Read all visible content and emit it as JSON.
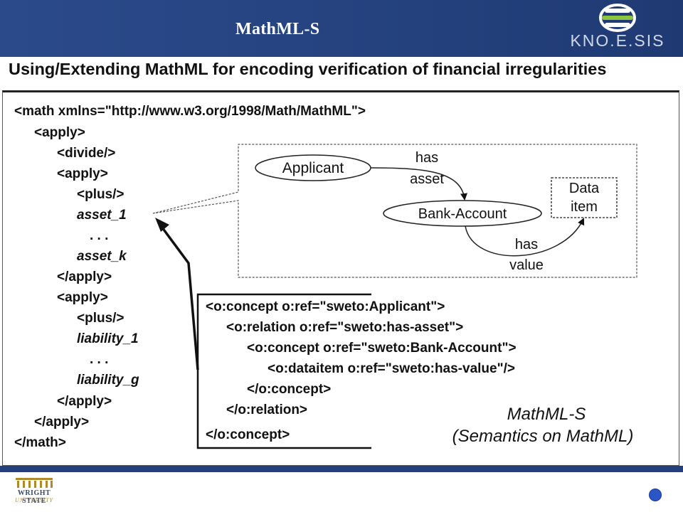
{
  "header": {
    "title": "MathML-S",
    "logo_text": "KNO.E.SIS"
  },
  "subtitle": "Using/Extending MathML for encoding verification of financial irregularities",
  "mathml_code": [
    "<math xmlns=\"http://www.w3.org/1998/Math/MathML\">",
    "<apply>",
    "<divide/>",
    "<apply>",
    "<plus/>",
    "asset_1",
    ". . .",
    "asset_k",
    "</apply>",
    "<apply>",
    "<plus/>",
    "liability_1",
    ". . .",
    "liability_g",
    "</apply>",
    "</apply>",
    "</math>"
  ],
  "semantic_code": [
    "<o:concept o:ref=\"sweto:Applicant\">",
    "<o:relation o:ref=\"sweto:has-asset\">",
    "<o:concept o:ref=\"sweto:Bank-Account\">",
    "<o:dataitem o:ref=\"sweto:has-value\"/>",
    "</o:concept>",
    "</o:relation>",
    "</o:concept>"
  ],
  "diagram": {
    "node_applicant": "Applicant",
    "node_bank_account": "Bank-Account",
    "node_data_item_line1": "Data",
    "node_data_item_line2": "item",
    "edge_has_asset_line1": "has",
    "edge_has_asset_line2": "asset",
    "edge_has_value_line1": "has",
    "edge_has_value_line2": "value"
  },
  "caption": {
    "line1": "MathML-S",
    "line2": "(Semantics on MathML)"
  },
  "footer": {
    "university_name": "WRIGHT STATE",
    "university_sub": "UNIVERSITY"
  },
  "colors": {
    "header_bg": "#2b4a8a",
    "footer_bar": "#24407c",
    "logo_green": "#8cc63f",
    "nav_dot": "#2a56c8"
  }
}
